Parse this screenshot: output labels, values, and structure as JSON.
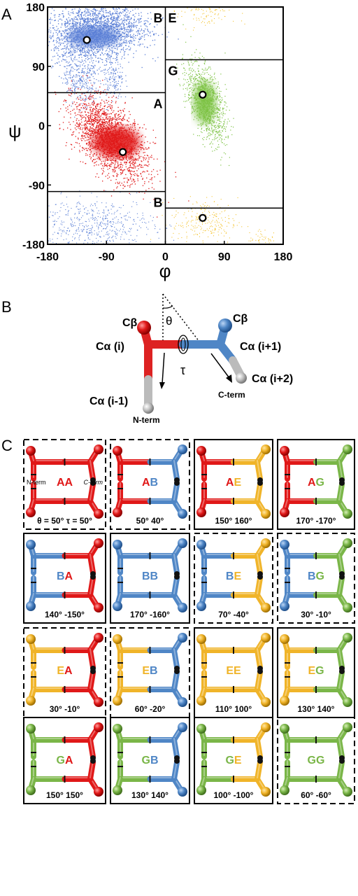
{
  "panels": {
    "a": "A",
    "b": "B",
    "c": "C"
  },
  "chart_data": {
    "type": "scatter",
    "title": "",
    "xlabel": "φ",
    "ylabel": "ψ",
    "xlim": [
      -180,
      180
    ],
    "ylim": [
      -180,
      180
    ],
    "x_ticks": [
      "-180",
      "-90",
      "0",
      "90",
      "180"
    ],
    "y_ticks": [
      "180",
      "90",
      "0",
      "-90",
      "-180"
    ],
    "regions": [
      {
        "label": "B",
        "color": "#5a7fd6",
        "phi": [
          -180,
          0
        ],
        "psi": [
          50,
          180
        ]
      },
      {
        "label": "A",
        "color": "#e01818",
        "phi": [
          -180,
          0
        ],
        "psi": [
          -100,
          50
        ]
      },
      {
        "label": "B",
        "color": "#5a7fd6",
        "phi": [
          -180,
          0
        ],
        "psi": [
          -180,
          -100
        ]
      },
      {
        "label": "E",
        "color": "#f4c430",
        "phi": [
          0,
          180
        ],
        "psi": [
          100,
          180
        ]
      },
      {
        "label": "G",
        "color": "#7cc242",
        "phi": [
          0,
          180
        ],
        "psi": [
          -125,
          100
        ]
      },
      {
        "label": "",
        "color": "#f4c430",
        "phi": [
          0,
          180
        ],
        "psi": [
          -180,
          -125
        ]
      }
    ],
    "centers": [
      {
        "phi": -120,
        "psi": 130
      },
      {
        "phi": -65,
        "psi": -40
      },
      {
        "phi": 57,
        "psi": 47
      },
      {
        "phi": 57,
        "psi": -140
      }
    ]
  },
  "diagram_b": {
    "cb_left": "Cβ",
    "cb_right": "Cβ",
    "theta": "θ",
    "ca_i": "Cα (i)",
    "ca_i1": "Cα (i+1)",
    "ca_im1": "Cα (i-1)",
    "ca_i2": "Cα (i+2)",
    "tau": "τ",
    "nterm": "N-term",
    "cterm": "C-term"
  },
  "grid_c": [
    [
      {
        "pair": [
          "A",
          "A"
        ],
        "v1": "θ = 50°",
        "v2": "τ = 50°",
        "dashed": true,
        "nterm": "N-term",
        "cterm": "C-term"
      },
      {
        "pair": [
          "A",
          "B"
        ],
        "v1": "50°",
        "v2": "40°",
        "dashed": true
      },
      {
        "pair": [
          "A",
          "E"
        ],
        "v1": "150°",
        "v2": "160°",
        "dashed": false
      },
      {
        "pair": [
          "A",
          "G"
        ],
        "v1": "170°",
        "v2": "-170°",
        "dashed": false
      }
    ],
    [
      {
        "pair": [
          "B",
          "A"
        ],
        "v1": "140°",
        "v2": "-150°",
        "dashed": false
      },
      {
        "pair": [
          "B",
          "B"
        ],
        "v1": "170°",
        "v2": "-160°",
        "dashed": false
      },
      {
        "pair": [
          "B",
          "E"
        ],
        "v1": "70°",
        "v2": "-40°",
        "dashed": true
      },
      {
        "pair": [
          "B",
          "G"
        ],
        "v1": "30°",
        "v2": "-10°",
        "dashed": true
      }
    ],
    [
      {
        "pair": [
          "E",
          "A"
        ],
        "v1": "30°",
        "v2": "-10°",
        "dashed": true
      },
      {
        "pair": [
          "E",
          "B"
        ],
        "v1": "60°",
        "v2": "-20°",
        "dashed": true
      },
      {
        "pair": [
          "E",
          "E"
        ],
        "v1": "110°",
        "v2": "100°",
        "dashed": false
      },
      {
        "pair": [
          "E",
          "G"
        ],
        "v1": "130°",
        "v2": "140°",
        "dashed": false
      }
    ],
    [
      {
        "pair": [
          "G",
          "A"
        ],
        "v1": "150°",
        "v2": "150°",
        "dashed": false
      },
      {
        "pair": [
          "G",
          "B"
        ],
        "v1": "130°",
        "v2": "140°",
        "dashed": false
      },
      {
        "pair": [
          "G",
          "E"
        ],
        "v1": "100°",
        "v2": "-100°",
        "dashed": false
      },
      {
        "pair": [
          "G",
          "G"
        ],
        "v1": "60°",
        "v2": "-60°",
        "dashed": true
      }
    ]
  ],
  "colors": {
    "A": "#e01818",
    "B": "#4f86c6",
    "E": "#f0b429",
    "G": "#7ab648",
    "end": "#b8b8b8"
  }
}
